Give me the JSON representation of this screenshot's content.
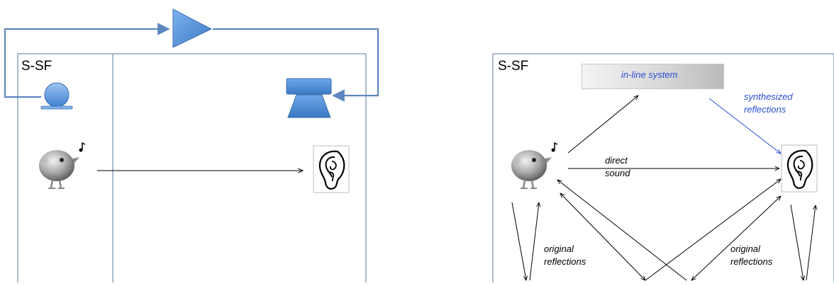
{
  "left_panel": {
    "title": "S-SF"
  },
  "right_panel": {
    "title": "S-SF",
    "inline_system_label": "in-line system",
    "synthesized_reflections_label": [
      "synthesized",
      "reflections"
    ],
    "direct_sound_label": [
      "direct",
      "sound"
    ],
    "original_reflections_left_label": [
      "original",
      "reflections"
    ],
    "original_reflections_right_label": [
      "original",
      "reflections"
    ]
  },
  "colors": {
    "frame": "#8196b1",
    "loop": "#5c86bd",
    "blue_shape": "#4f8fd9",
    "blue_text": "#2a4fd6",
    "arrow": "#000000"
  }
}
